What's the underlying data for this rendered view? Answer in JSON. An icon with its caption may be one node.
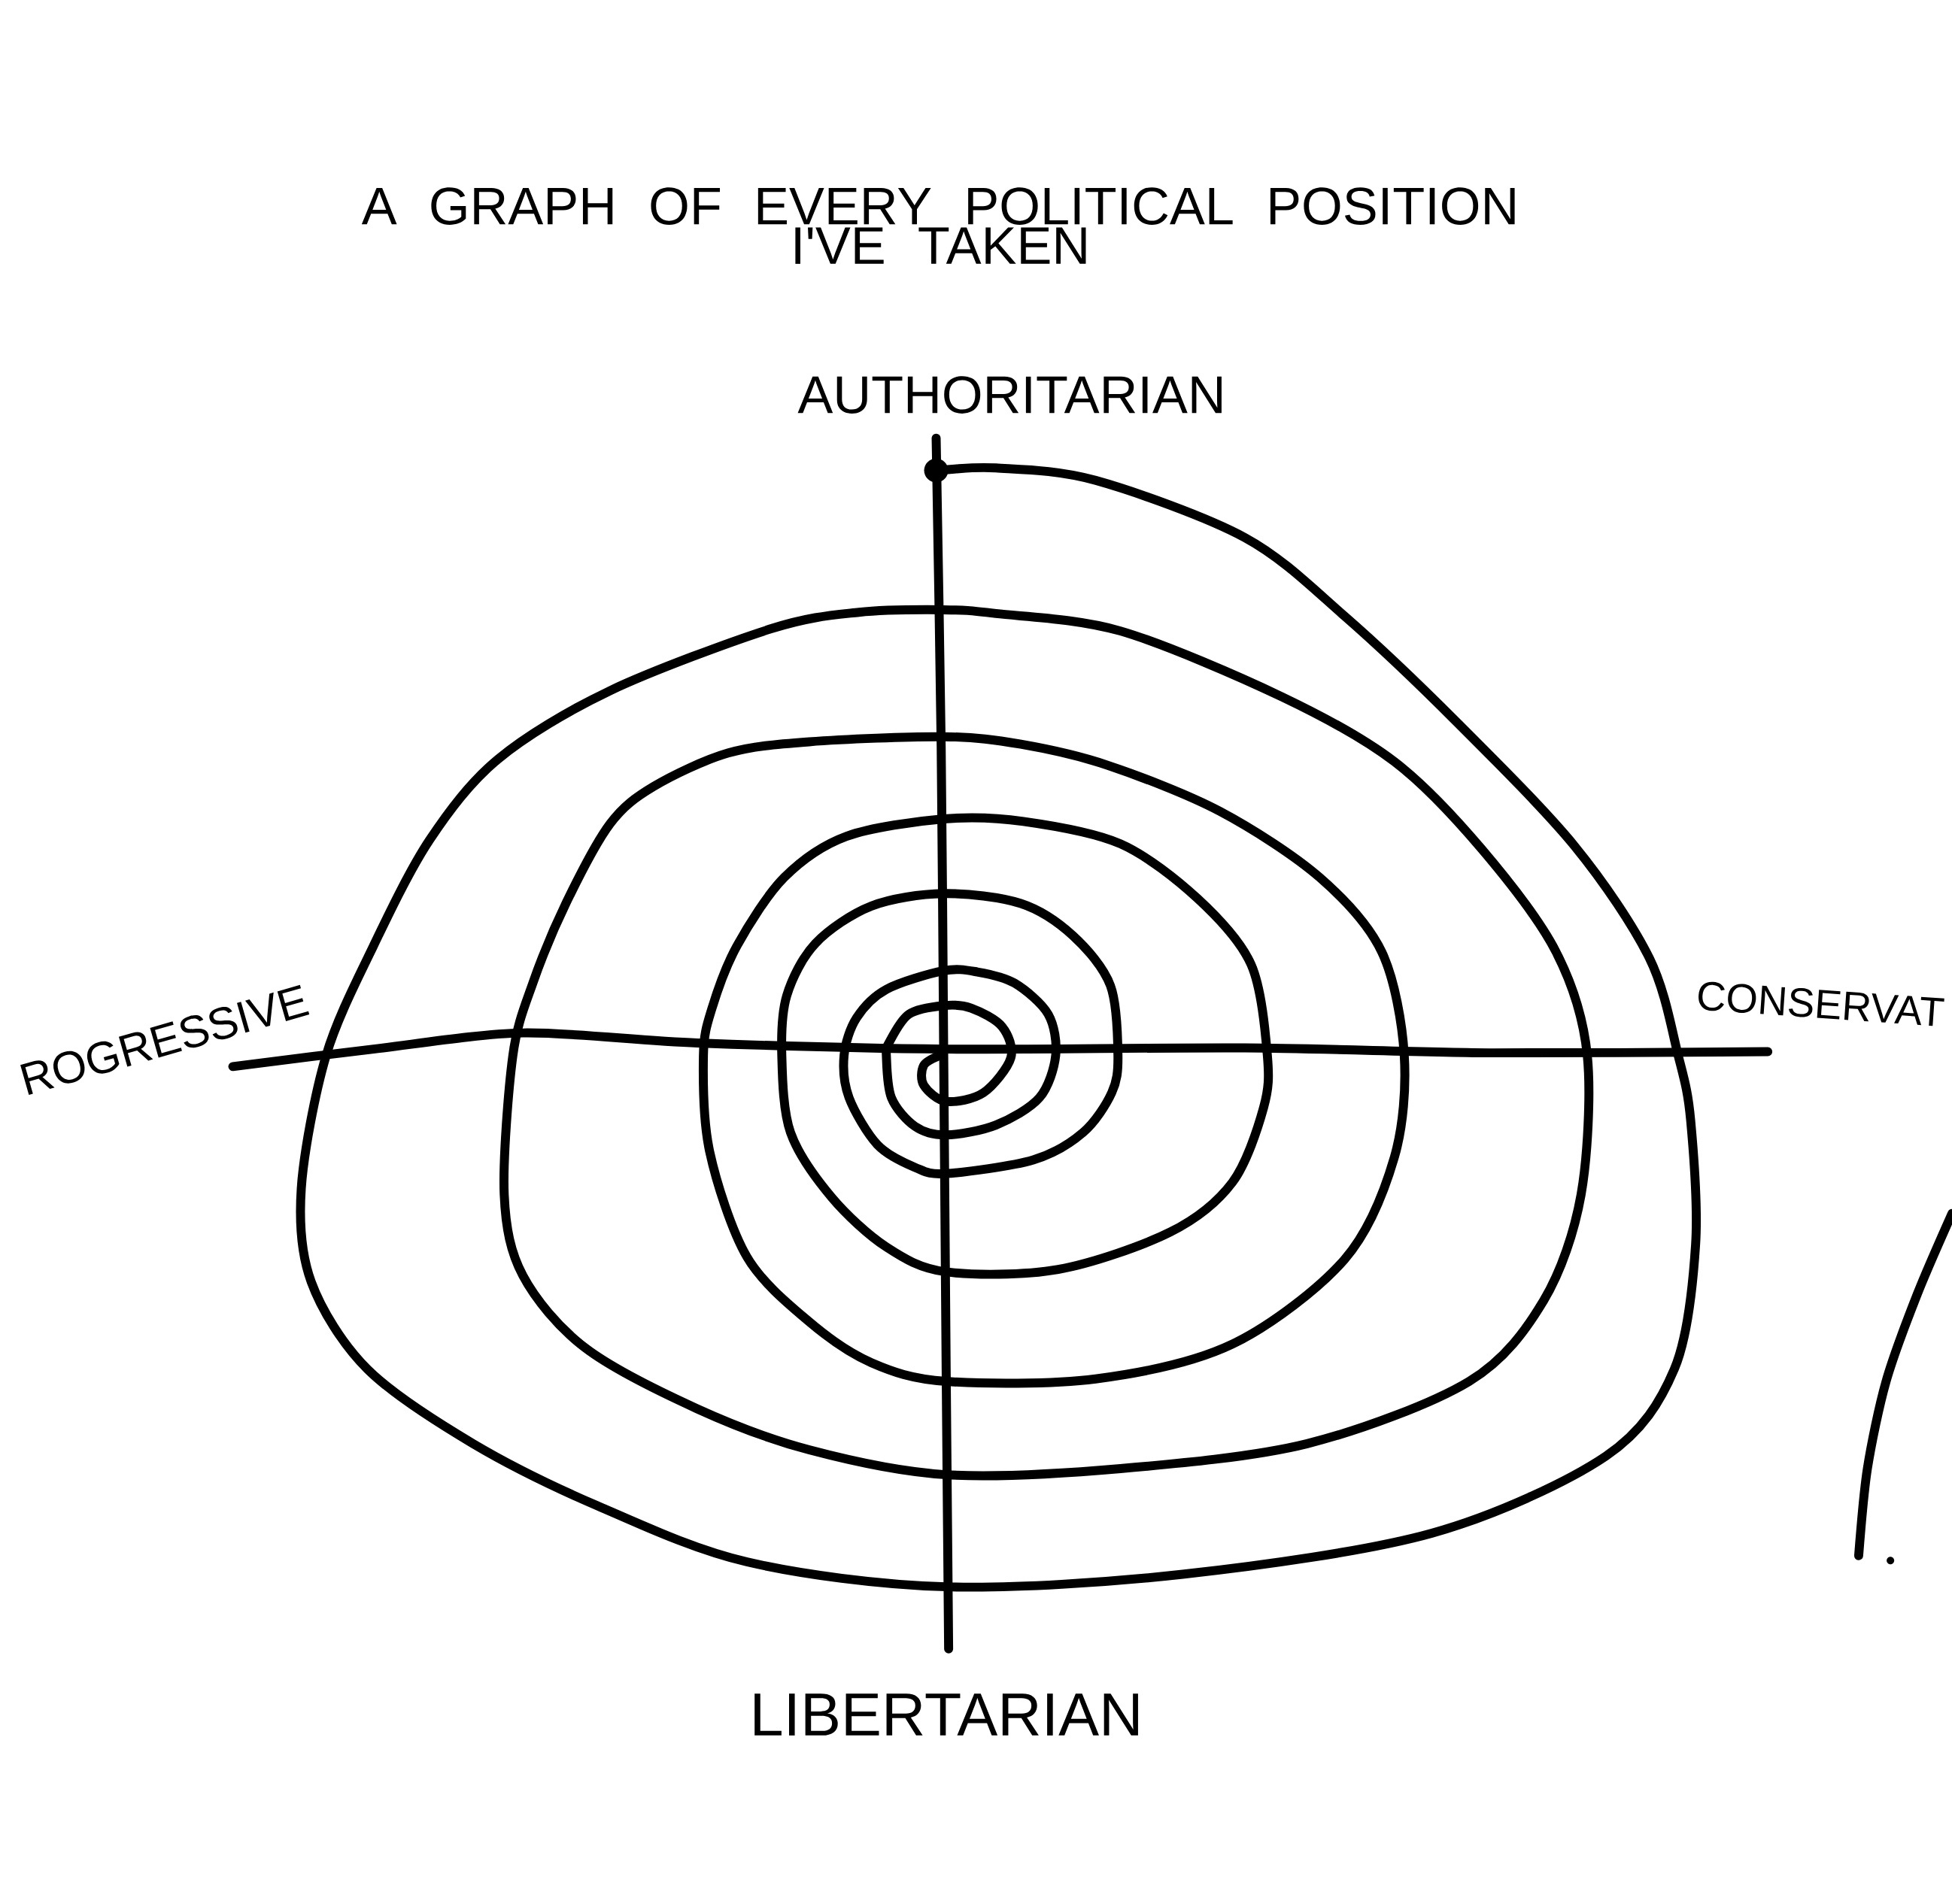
{
  "diagram": {
    "title": "A GRAPH OF EVERY POLITICAL POSITION I'VE TAKEN",
    "labels": [
      "AUTHORITARIAN",
      "ROGRESSIVE",
      "CONSERVAT",
      "LIBERTARIAN"
    ]
  }
}
